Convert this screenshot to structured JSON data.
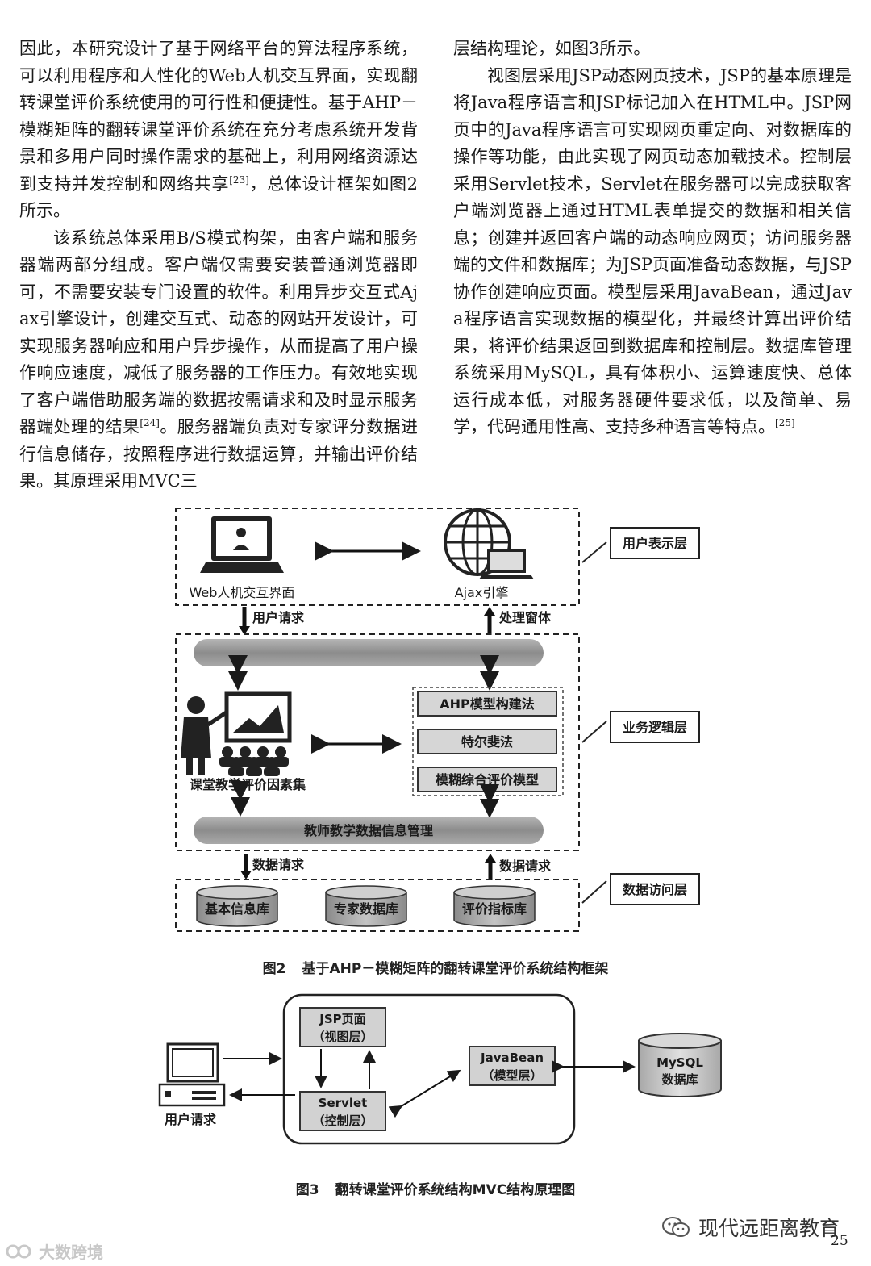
{
  "body_text": {
    "left_p1a": "因此，本研究设计了基于网络平台的算法程序系统，可以利用程序和人性化的Web人机交互界面，实现翻转课堂评价系统使用的可行性和便捷性。基于AHP－模糊矩阵的翻转课堂评价系统在充分考虑系统开发背景和多用户同时操作需求的基础上，利用网络资源达到支持并发控制和网络共享",
    "left_p1_ref": "[23]",
    "left_p1b": "，总体设计框架如图2所示。",
    "left_p2a": "该系统总体采用B/S模式构架，由客户端和服务器端两部分组成。客户端仅需要安装普通浏览器即可，不需要安装专门设置的软件。利用异步交互式Ajax引擎设计，创建交互式、动态的网站开发设计，可实现服务器响应和用户异步操作，从而提高了用户操作响应速度，减低了服务器的工作压力。有效地实现了客户端借助服务端的数据按需请求和及时显示服务器端处理的结果",
    "left_p2_ref": "[24]",
    "left_p2b": "。服务器端负责对专家评分数据进行信息储存，按照程序进行数据运算，并输出评价结果。其原理采用MVC三",
    "right_p0": "层结构理论，如图3所示。",
    "right_p1a": "视图层采用JSP动态网页技术，JSP的基本原理是将Java程序语言和JSP标记加入在HTML中。JSP网页中的Java程序语言可实现网页重定向、对数据库的操作等功能，由此实现了网页动态加载技术。控制层采用Servlet技术，Servlet在服务器可以完成获取客户端浏览器上通过HTML表单提交的数据和相关信息；创建并返回客户端的动态响应网页；访问服务器端的文件和数据库；为JSP页面准备动态数据，与JSP协作创建响应页面。模型层采用JavaBean，通过Java程序语言实现数据的模型化，并最终计算出评价结果，将评价结果返回到数据库和控制层。数据库管理系统采用MySQL，具有体积小、运算速度快、总体运行成本低，对服务器硬件要求低，以及简单、易学，代码通用性高、支持多种语言等特点。",
    "right_p1_ref": "[25]"
  },
  "figure2": {
    "caption_num": "图2",
    "caption_text": "基于AHP－模糊矩阵的翻转课堂评价系统结构框架",
    "layers": {
      "presentation": "用户表示层",
      "logic": "业务逻辑层",
      "data": "数据访问层"
    },
    "web_ui_label": "Web人机交互界面",
    "ajax_label": "Ajax引擎",
    "request_label": "用户请求",
    "response_label": "处理窗体",
    "factor_label": "课堂教学评价因素集",
    "methods": [
      "AHP模型构建法",
      "特尔斐法",
      "模糊综合评价模型"
    ],
    "data_mgmt_label": "教师教学数据信息管理",
    "data_req_left": "数据请求",
    "data_req_right": "数据请求",
    "databases": [
      "基本信息库",
      "专家数据库",
      "评价指标库"
    ]
  },
  "figure3": {
    "caption_num": "图3",
    "caption_text": "翻转课堂评价系统结构MVC结构原理图",
    "jsp_line1": "JSP页面",
    "jsp_line2": "（视图层）",
    "servlet_line1": "Servlet",
    "servlet_line2": "（控制层）",
    "javabean_line1": "JavaBean",
    "javabean_line2": "（模型层）",
    "mysql_line1": "MySQL",
    "mysql_line2": "数据库",
    "user_request_label": "用户请求"
  },
  "footer": {
    "watermark_text": "现代远距离教育",
    "page_number": "25",
    "logo_text": "大数跨境"
  }
}
